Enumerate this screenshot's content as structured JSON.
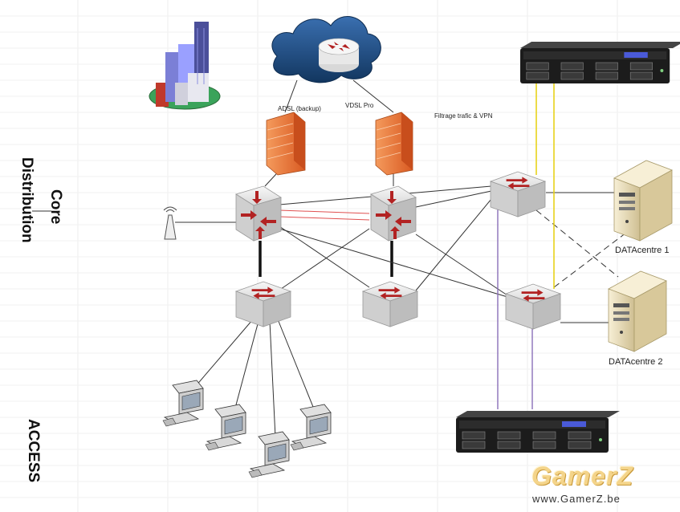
{
  "labels": {
    "adsl": "ADSL (backup)",
    "vdsl": "VDSL Pro",
    "filtrage": "Filtrage trafic & VPN",
    "dc1": "DATAcentre 1",
    "dc2": "DATAcentre 2"
  },
  "layers": {
    "core": "Core",
    "distribution": "Distribution",
    "access": "ACCESS"
  },
  "watermark": {
    "logo": "GamerZ",
    "url": "www.GamerZ.be"
  },
  "colors": {
    "cloud": "#1f4f86",
    "firewall": "#e8733a",
    "switch": "#e4e4e4",
    "switch_arrow": "#b22222",
    "trunk": "#111111",
    "red_link": "#e05050",
    "yellow_link": "#e8d21a",
    "purple_link": "#8a6fb8",
    "server": "#e8dcb8"
  }
}
